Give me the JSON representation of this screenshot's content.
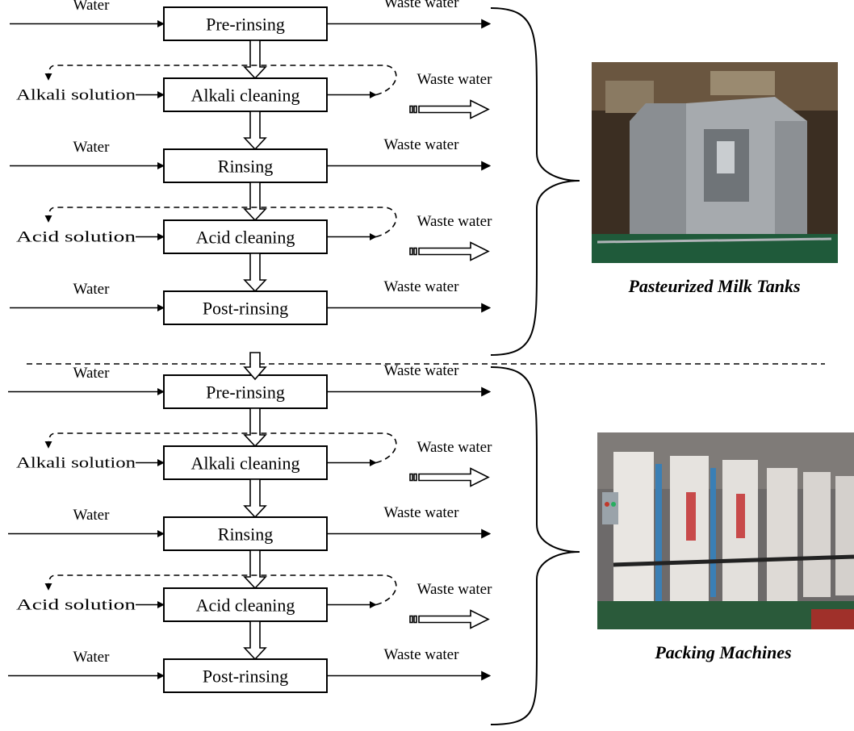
{
  "sections": [
    {
      "steps": [
        {
          "label": "Pre-rinsing",
          "input": "Water",
          "output": "Waste water"
        },
        {
          "label": "Alkali cleaning",
          "input": "Alkali solution",
          "output": "Waste water"
        },
        {
          "label": "Rinsing",
          "input": "Water",
          "output": "Waste water"
        },
        {
          "label": "Acid cleaning",
          "input": "Acid solution",
          "output": "Waste water"
        },
        {
          "label": "Post-rinsing",
          "input": "Water",
          "output": "Waste water"
        }
      ],
      "photo": {
        "caption": "Pasteurized Milk Tanks"
      }
    },
    {
      "steps": [
        {
          "label": "Pre-rinsing",
          "input": "Water",
          "output": "Waste water"
        },
        {
          "label": "Alkali cleaning",
          "input": "Alkali solution",
          "output": "Waste water"
        },
        {
          "label": "Rinsing",
          "input": "Water",
          "output": "Waste water"
        },
        {
          "label": "Acid cleaning",
          "input": "Acid solution",
          "output": "Waste water"
        },
        {
          "label": "Post-rinsing",
          "input": "Water",
          "output": "Waste water"
        }
      ],
      "photo": {
        "caption": "Packing Machines"
      }
    }
  ]
}
